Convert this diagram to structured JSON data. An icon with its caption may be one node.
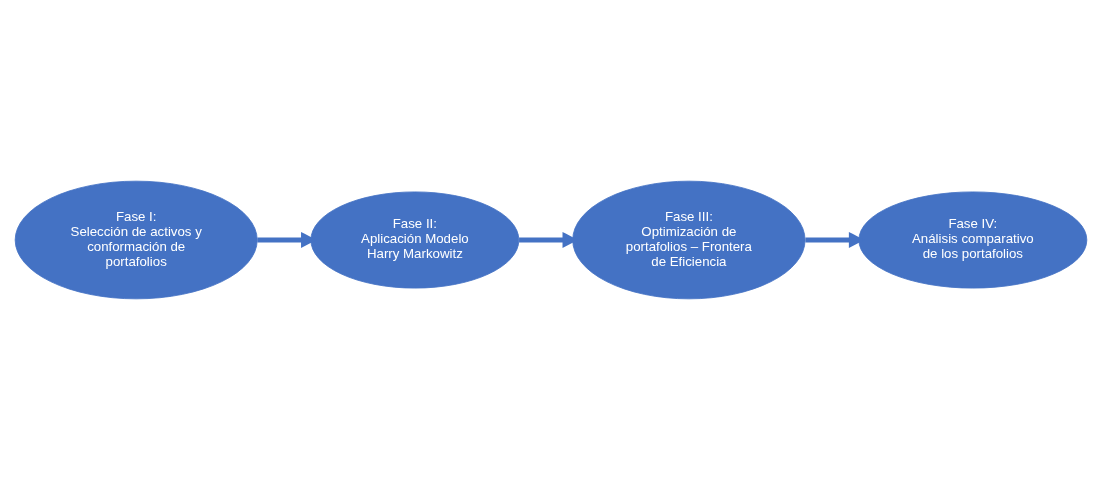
{
  "diagram": {
    "nodes": [
      {
        "text": [
          "Fase I:",
          "Selección de activos y conformación de portafolios"
        ]
      },
      {
        "text": [
          "Fase II:",
          "Aplicación Modelo Harry Markowitz"
        ]
      },
      {
        "text": [
          "Fase III:",
          "Optimización de portafolios – Frontera de Eficiencia"
        ]
      },
      {
        "text": [
          "Fase IV:",
          "Análisis comparativo de los portafolios"
        ]
      }
    ],
    "edges": [
      {
        "from": 0,
        "to": 1,
        "arrow": "to"
      },
      {
        "from": 1,
        "to": 2,
        "arrow": "to"
      },
      {
        "from": 2,
        "to": 3,
        "arrow": "to"
      }
    ]
  }
}
